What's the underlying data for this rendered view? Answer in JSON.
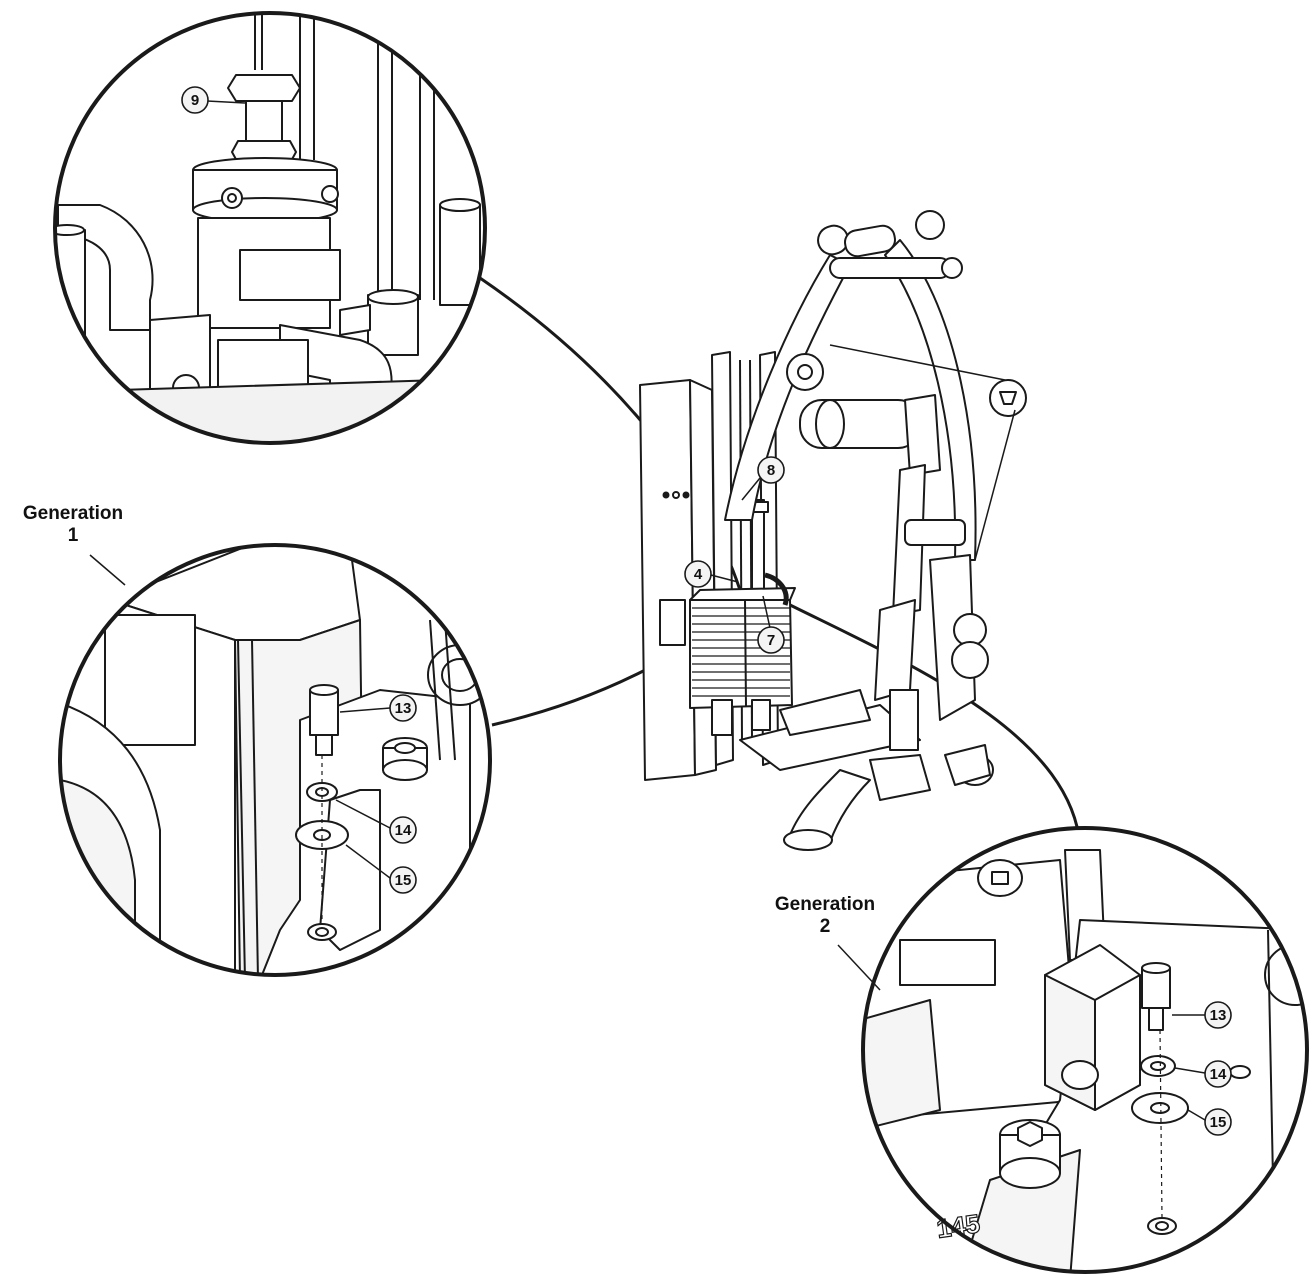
{
  "labels": {
    "generation1_line1": "Generation",
    "generation1_line2": "1",
    "generation2_line1": "Generation",
    "generation2_line2": "2"
  },
  "callouts": {
    "c9": "9",
    "c8": "8",
    "c4": "4",
    "c7": "7",
    "g1_13": "13",
    "g1_14": "14",
    "g1_15": "15",
    "g2_13": "13",
    "g2_14": "14",
    "g2_15": "15"
  },
  "engraving": "145",
  "colors": {
    "line": "#1a1a1a",
    "shade": "#bfbfbf",
    "light": "#e6e6e6"
  }
}
